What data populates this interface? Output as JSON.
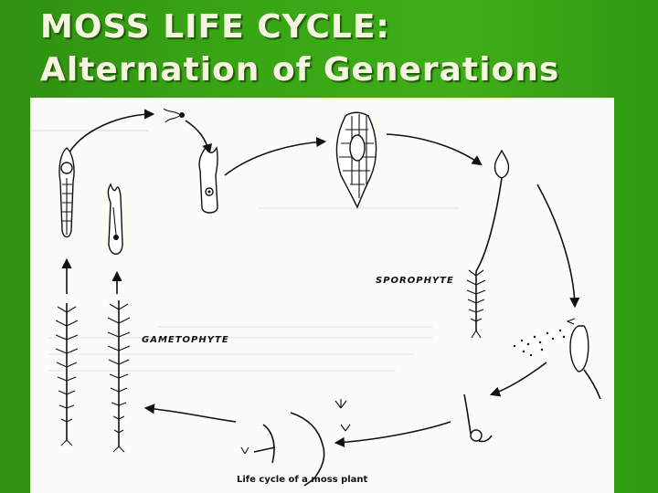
{
  "slide": {
    "title_line1": "MOSS LIFE CYCLE:",
    "title_line2": "Alternation of Generations"
  },
  "diagram": {
    "label_sporophyte": "SPOROPHYTE",
    "label_gametophyte": "GAMETOPHYTE",
    "caption": "Life cycle of a moss plant"
  },
  "colors": {
    "background": "#3aa616",
    "title_text": "#f4f4e0",
    "figure_paper": "#fbfbf8"
  }
}
